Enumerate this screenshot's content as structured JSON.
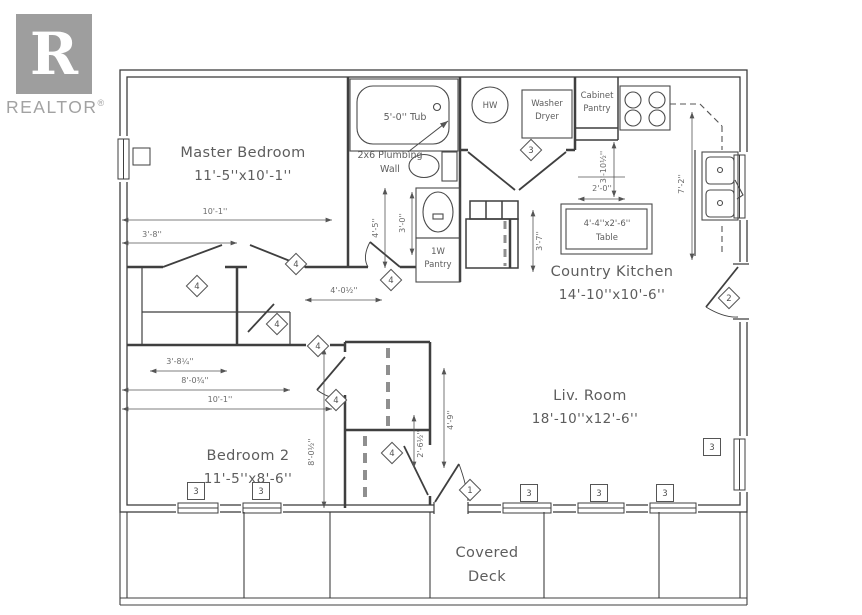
{
  "logo": {
    "letter": "R",
    "brand": "REALTOR",
    "registered": "®"
  },
  "rooms": {
    "master_bedroom": {
      "name": "Master Bedroom",
      "size": "11'-5''x10'-1''"
    },
    "bedroom_2": {
      "name": "Bedroom 2",
      "size": "11'-5''x8'-6''"
    },
    "country_kitchen": {
      "name": "Country Kitchen",
      "size": "14'-10''x10'-6''"
    },
    "living_room": {
      "name": "Liv. Room",
      "size": "18'-10''x12'-6''"
    },
    "covered_deck": {
      "name_line1": "Covered",
      "name_line2": "Deck"
    }
  },
  "labels": {
    "tub": "5'-0'' Tub",
    "plumbing_wall": [
      "2x6 Plumbing",
      "Wall"
    ],
    "water_heater": "HW",
    "washer_dryer": [
      "Washer",
      "Dryer"
    ],
    "cabinet_pantry": [
      "Cabinet",
      "Pantry"
    ],
    "hall_pantry": [
      "1W",
      "Pantry"
    ],
    "table": [
      "4'-4''x2'-6''",
      "Table"
    ]
  },
  "dimensions": {
    "horizontal": [
      {
        "label": "10'-1''"
      },
      {
        "label": "3'-8''"
      },
      {
        "label": "4'-0½''"
      },
      {
        "label": "3'-8¼''"
      },
      {
        "label": "8'-0¾''"
      },
      {
        "label": "10'-1''"
      },
      {
        "label": "2'-0''"
      }
    ],
    "vertical": [
      {
        "label": "4'-5''"
      },
      {
        "label": "3'-0''"
      },
      {
        "label": "3'-7''"
      },
      {
        "label": "3'-10½''"
      },
      {
        "label": "7'-2''"
      },
      {
        "label": "8'-0½''"
      },
      {
        "label": "2'-6½''"
      },
      {
        "label": "4'-9''"
      }
    ]
  },
  "door_tags": [
    "4",
    "4",
    "4",
    "4",
    "4",
    "4",
    "4",
    "3",
    "2",
    "1"
  ],
  "window_tags": [
    "3",
    "3",
    "3",
    "3",
    "3",
    "3"
  ],
  "colors": {
    "line": "#3f3f3f",
    "text": "#5d5d5d",
    "logo_gray": "#9e9e9e"
  }
}
